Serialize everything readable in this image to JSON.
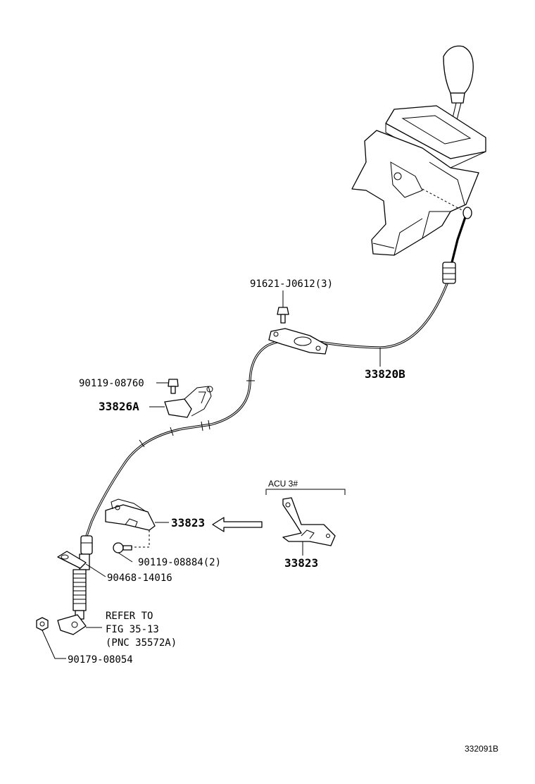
{
  "labels": {
    "bolt_top": "91621-J0612(3)",
    "cable": "33820B",
    "bolt_left": "90119-08760",
    "bracket_left": "33826A",
    "bracket_main": "33823",
    "bolt_mid": "90119-08884(2)",
    "clip": "90468-14016",
    "refer_1": "REFER TO",
    "refer_2": "FIG 35-13",
    "refer_3": "(PNC 35572A)",
    "nut": "90179-08054",
    "variant_title": "ACU 3#",
    "variant_part": "33823",
    "diagram_id": "332091B"
  }
}
